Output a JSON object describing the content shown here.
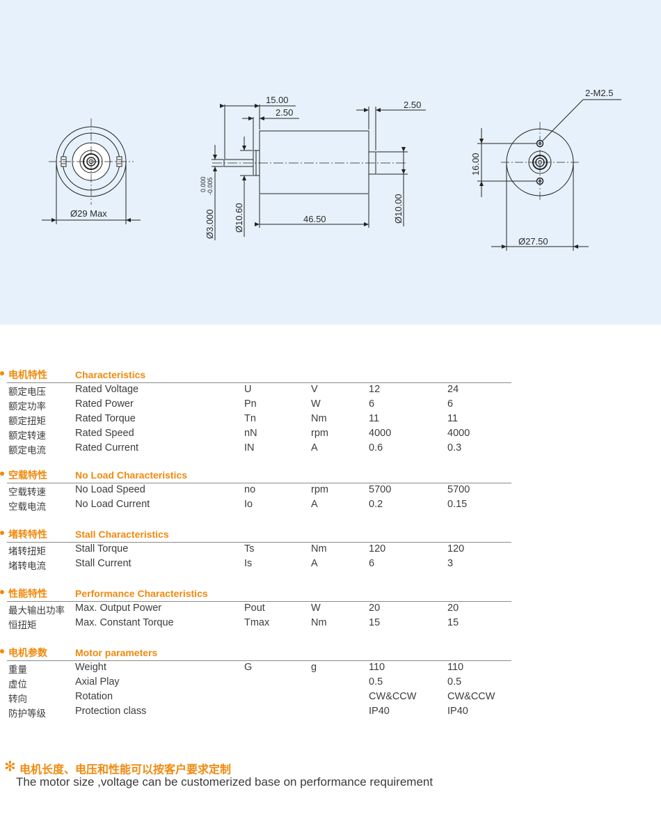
{
  "drawing": {
    "front_view": {
      "dia_label": "Ø29 Max"
    },
    "side_view": {
      "dim_overall_shaft": "15.00",
      "dim_flange": "2.50",
      "dim_rear_boss": "2.50",
      "dim_shaft_dia": "Ø3.000",
      "dim_shaft_tol_upper": "0.000",
      "dim_shaft_tol_lower": "-0.005",
      "dim_pilot_dia": "Ø10.60",
      "dim_body_length": "46.50",
      "dim_rear_boss_dia": "Ø10.00"
    },
    "rear_view": {
      "holes_label": "2-M2.5",
      "dim_hole_spacing": "16.00",
      "dim_body_dia": "Ø27.50"
    }
  },
  "sections": [
    {
      "title_zh": "电机特性",
      "title_en": "Characteristics",
      "rows": [
        {
          "zh": "额定电压",
          "en": "Rated Voltage",
          "sym": "U",
          "unit": "V",
          "v1": "12",
          "v2": "24"
        },
        {
          "zh": "额定功率",
          "en": "Rated Power",
          "sym": "Pn",
          "unit": "W",
          "v1": "6",
          "v2": "6"
        },
        {
          "zh": "额定扭矩",
          "en": "Rated Torque",
          "sym": "Tn",
          "unit": "Nm",
          "v1": "11",
          "v2": "11"
        },
        {
          "zh": "额定转速",
          "en": "Rated Speed",
          "sym": "nN",
          "unit": "rpm",
          "v1": "4000",
          "v2": "4000"
        },
        {
          "zh": "额定电流",
          "en": "Rated Current",
          "sym": "IN",
          "unit": "A",
          "v1": "0.6",
          "v2": "0.3"
        }
      ]
    },
    {
      "title_zh": "空载特性",
      "title_en": "No Load Characteristics",
      "rows": [
        {
          "zh": "空载转速",
          "en": "No Load Speed",
          "sym": "no",
          "unit": "rpm",
          "v1": "5700",
          "v2": "5700"
        },
        {
          "zh": "空载电流",
          "en": "No Load Current",
          "sym": "Io",
          "unit": "A",
          "v1": "0.2",
          "v2": "0.15"
        }
      ]
    },
    {
      "title_zh": "堵转特性",
      "title_en": "Stall Characteristics",
      "rows": [
        {
          "zh": "堵转扭矩",
          "en": "Stall Torque",
          "sym": "Ts",
          "unit": "Nm",
          "v1": "120",
          "v2": "120"
        },
        {
          "zh": "堵转电流",
          "en": "Stall Current",
          "sym": "Is",
          "unit": "A",
          "v1": "6",
          "v2": "3"
        }
      ]
    },
    {
      "title_zh": "性能特性",
      "title_en": "Performance Characteristics",
      "rows": [
        {
          "zh": "最大输出功率",
          "en": "Max. Output Power",
          "sym": "Pout",
          "unit": "W",
          "v1": "20",
          "v2": "20"
        },
        {
          "zh": "恒扭矩",
          "en": "Max. Constant Torque",
          "sym": "Tmax",
          "unit": "Nm",
          "v1": "15",
          "v2": "15"
        }
      ]
    },
    {
      "title_zh": "电机参数",
      "title_en": "Motor parameters",
      "rows": [
        {
          "zh": "重量",
          "en": "Weight",
          "sym": "G",
          "unit": "g",
          "v1": "110",
          "v2": "110"
        },
        {
          "zh": "虚位",
          "en": "Axial Play",
          "sym": "",
          "unit": "",
          "v1": "0.5",
          "v2": "0.5"
        },
        {
          "zh": "转向",
          "en": "Rotation",
          "sym": "",
          "unit": "",
          "v1": "CW&CCW",
          "v2": "CW&CCW"
        },
        {
          "zh": "防护等级",
          "en": "Protection class",
          "sym": "",
          "unit": "",
          "v1": "IP40",
          "v2": "IP40"
        }
      ]
    }
  ],
  "footnote": {
    "asterisk": "✻",
    "zh": "电机长度、电压和性能可以按客户要求定制",
    "en": "The motor size ,voltage can be customerized base on performance requirement"
  },
  "colors": {
    "accent": "#f0890d",
    "panel_bg": "#e6f1fb",
    "rule": "#8a8a8a"
  }
}
